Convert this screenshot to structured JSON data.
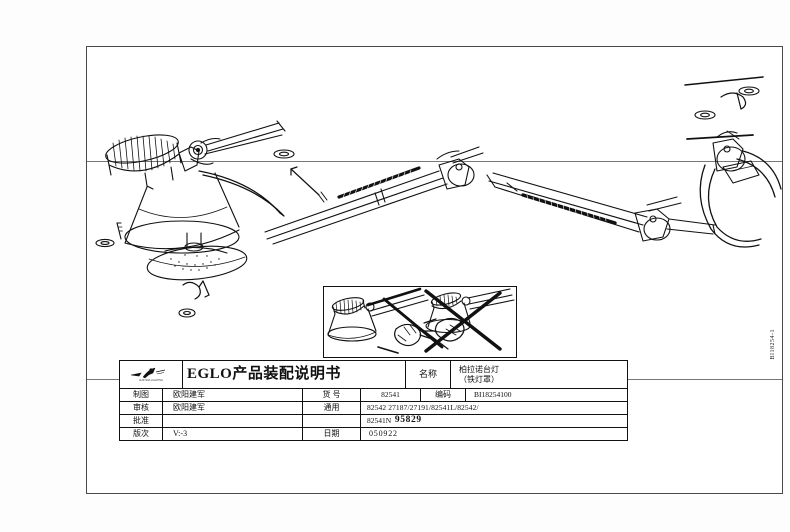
{
  "document": {
    "type": "assembly-instruction-drawing",
    "vertical_code": "BI18254-1"
  },
  "title_block": {
    "logo": {
      "brand": "EGLO",
      "tagline": "AUSTRIA LIGHTING"
    },
    "main_title": "产品装配说明书",
    "name_label": "名称",
    "product_name_line1": "柏拉诺台灯",
    "product_name_line2": "（铁灯罩）",
    "rows": [
      {
        "label": "制图",
        "person": "欧阳建军",
        "field_label": "货  号",
        "field_value": "82541",
        "code_label": "编码",
        "code_value": "BI18254100"
      },
      {
        "label": "审核",
        "person": "欧阳建军",
        "field_label": "通用",
        "models_line1": "82542  27187/27191/82541L/82542/",
        "models_line2_prefix": "82541N",
        "models_line2_bold": "95829"
      },
      {
        "label": "批准",
        "person": ""
      },
      {
        "label": "版次",
        "person": "V:-3",
        "field_label": "日期",
        "field_value": "050922"
      }
    ]
  },
  "drawing": {
    "panels": [
      {
        "name": "upper-blank-panel"
      },
      {
        "name": "main-exploded-assembly"
      },
      {
        "name": "detail-inset-box"
      }
    ],
    "inset": {
      "left_panel": "correct-hold-method",
      "right_panel": "incorrect-hold-method-crossed-out"
    }
  }
}
